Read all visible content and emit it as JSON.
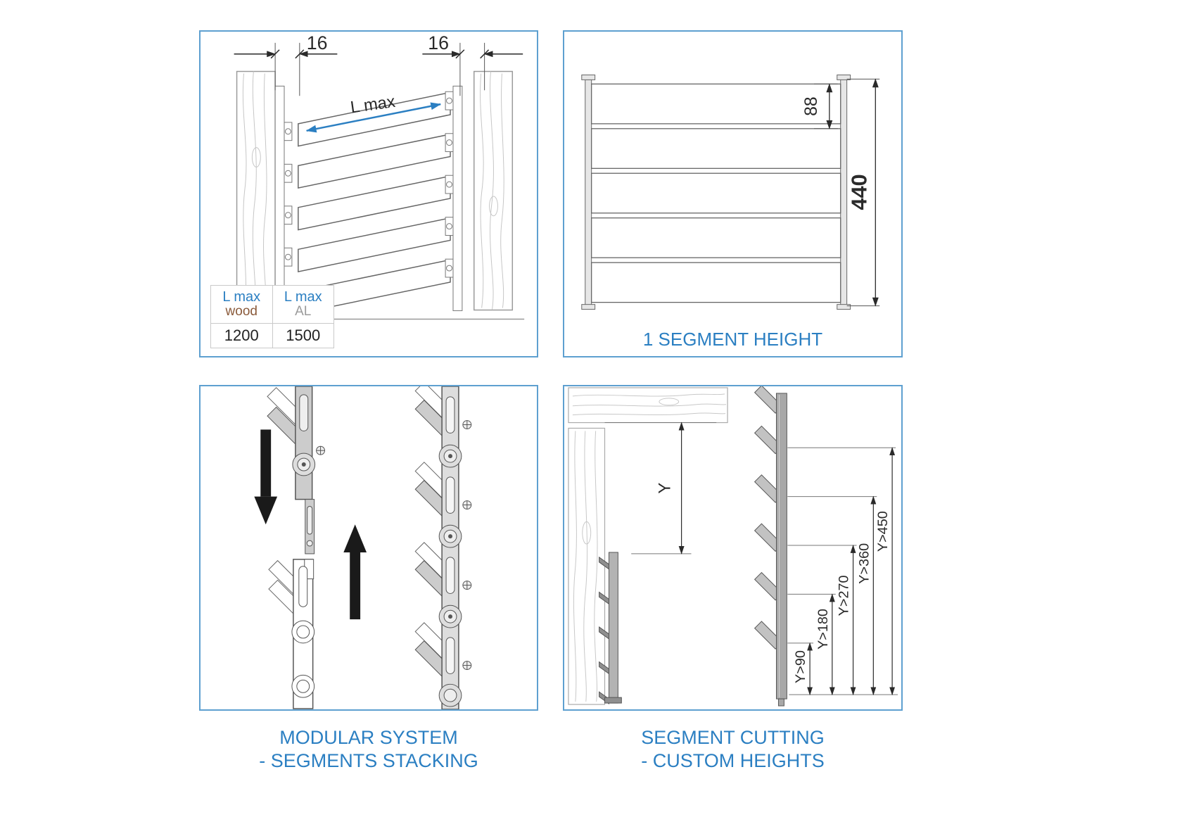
{
  "colors": {
    "accent": "#2b7fc2",
    "panel_border": "#5ea0d0",
    "wood_text": "#8a5a3a",
    "al_text": "#9b9b9b"
  },
  "panels": {
    "lmax": {
      "dim_left": "16",
      "dim_right": "16",
      "arrow_label": "L max",
      "table": {
        "col1_head_top": "L max",
        "col1_head_sub": "wood",
        "col2_head_top": "L max",
        "col2_head_sub": "AL",
        "col1_value": "1200",
        "col2_value": "1500"
      }
    },
    "segment_height": {
      "slat_dim": "88",
      "total_dim": "440",
      "caption": "1 SEGMENT HEIGHT"
    },
    "modular": {
      "caption_line1": "MODULAR SYSTEM",
      "caption_line2": "- SEGMENTS STACKING"
    },
    "cutting": {
      "y_label": "Y",
      "cut_labels": [
        "Y>90",
        "Y>180",
        "Y>270",
        "Y>360",
        "Y>450"
      ],
      "caption_line1": "SEGMENT CUTTING",
      "caption_line2": "- CUSTOM HEIGHTS"
    }
  }
}
